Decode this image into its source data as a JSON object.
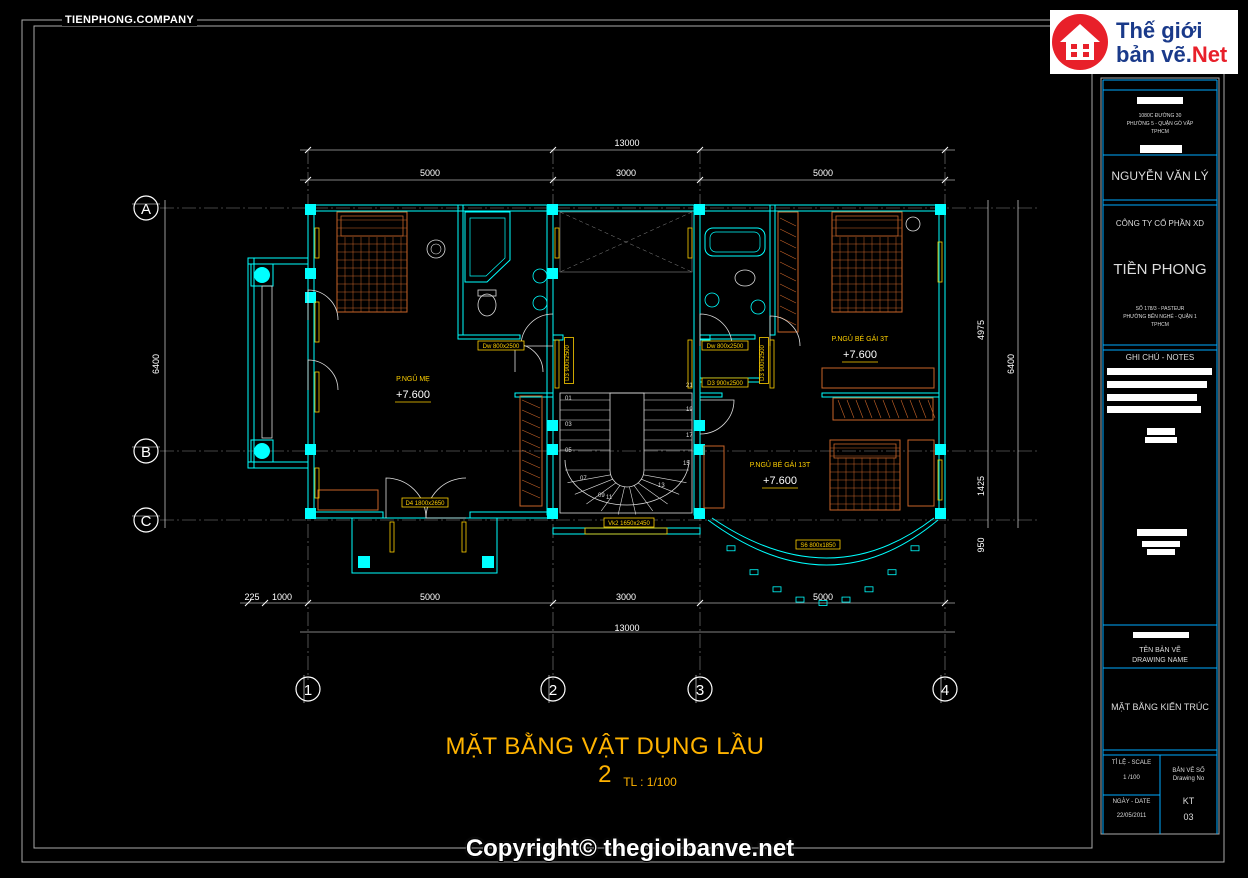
{
  "watermark": {
    "company": "TIENPHONG.COMPANY",
    "copyright": "Copyright© thegioibanve.net"
  },
  "logo": {
    "line1": "Thế giới",
    "line2a": "bản vẽ.",
    "line2b": "Net",
    "brand_red": "#e8202a",
    "brand_blue": "#1a3a8a"
  },
  "drawing": {
    "title": "MẶT BẰNG VẬT DỤNG LẦU 2",
    "scale": "TL : 1/100",
    "dims_top_total": "13000",
    "dims_top": [
      "5000",
      "3000",
      "5000"
    ],
    "dims_bottom_total": "13000",
    "dims_bottom": [
      "225",
      "1000",
      "5000",
      "3000",
      "5000"
    ],
    "dims_left": "6400",
    "dims_right_total": "6400",
    "dims_right": [
      "4975",
      "1425",
      "950"
    ],
    "grid_rows": [
      "A",
      "B",
      "C"
    ],
    "grid_cols": [
      "1",
      "2",
      "3",
      "4"
    ],
    "rooms": [
      {
        "name": "P.NGỦ MẸ",
        "level": "+7.600"
      },
      {
        "name": "P.NGỦ BÉ GÁI 3T",
        "level": "+7.600"
      },
      {
        "name": "P.NGỦ BÉ GÁI 13T",
        "level": "+7.600"
      }
    ],
    "tags": {
      "dw800a": "Dw 800x2500",
      "dw800b": "Dw 800x2500",
      "d3a": "D3 900x2500",
      "d3b": "D3 900x2500",
      "d4": "D4 1800x2650",
      "vk2": "Vk2 1650x2450",
      "s6": "S6 800x1850",
      "d3c": "D3 900x2500"
    },
    "stair_numbers": [
      "01",
      "03",
      "05",
      "07",
      "09",
      "11",
      "13",
      "15",
      "17",
      "19",
      "21"
    ]
  },
  "titleblock": {
    "address1": "1080C ĐƯỜNG 30",
    "address2": "PHƯỜNG 5 - QUẬN GÒ VẤP",
    "address3": "TPHCM",
    "owner": "NGUYỄN VĂN LÝ",
    "company_label": "CÔNG TY CỔ PHẦN XD",
    "company_name": "TIỀN PHONG",
    "company_addr1": "SỐ 178/3 - PASTEUR",
    "company_addr2": "PHƯỜNG BẾN NGHÉ - QUẬN 1",
    "company_addr3": "TPHCM",
    "notes_label": "GHI CHÚ - NOTES",
    "drawing_name_label1": "TÊN BẢN VẼ",
    "drawing_name_label2": "DRAWING NAME",
    "drawing_name": "MẶT BẰNG KIẾN TRÚC",
    "scale_label": "TỈ LỆ - SCALE",
    "scale_value": "1 /100",
    "date_label": "NGÀY - DATE",
    "date_value": "22/05/2011",
    "drawing_no_label1": "BẢN VẼ SỐ",
    "drawing_no_label2": "Drawing No",
    "drawing_no_code": "KT",
    "drawing_no_num": "03"
  },
  "colors": {
    "wall": "#00ffff",
    "furniture": "#c86428",
    "dims": "#ffffff",
    "tags": "#ffd000",
    "frame": "#aaaaaa"
  }
}
